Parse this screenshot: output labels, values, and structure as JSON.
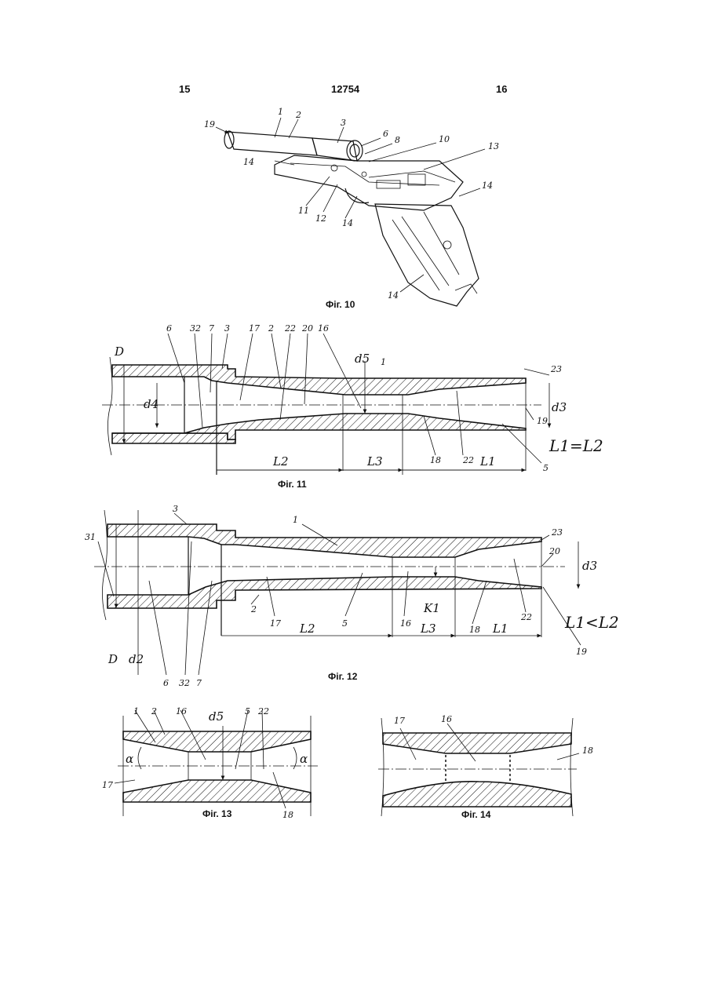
{
  "header": {
    "left_page": "15",
    "doc_number": "12754",
    "right_page": "16"
  },
  "figures": {
    "fig10": {
      "caption": "Фіг. 10",
      "labels": [
        "19",
        "1",
        "2",
        "3",
        "6",
        "8",
        "10",
        "13",
        "14",
        "14",
        "11",
        "12",
        "14",
        "14"
      ]
    },
    "fig11": {
      "caption": "Фіг. 11",
      "labels": [
        "D",
        "6",
        "32",
        "7",
        "3",
        "17",
        "2",
        "22",
        "20",
        "16",
        "d5",
        "1",
        "23",
        "d4",
        "d3",
        "19",
        "18",
        "22",
        "5",
        "L2",
        "L3",
        "L1"
      ],
      "relation": "L1=L2"
    },
    "fig12": {
      "caption": "Фіг. 12",
      "labels": [
        "3",
        "1",
        "31",
        "23",
        "20",
        "d3",
        "2",
        "17",
        "5",
        "16",
        "K1",
        "18",
        "22",
        "L2",
        "L3",
        "L1",
        "19",
        "D",
        "d2",
        "6",
        "32",
        "7"
      ],
      "relation": "L1<L2"
    },
    "fig13": {
      "caption": "Фіг. 13",
      "labels": [
        "1",
        "2",
        "16",
        "d5",
        "5",
        "22",
        "α",
        "α",
        "17",
        "18"
      ]
    },
    "fig14": {
      "caption": "Фіг. 14",
      "labels": [
        "17",
        "16",
        "18"
      ]
    }
  }
}
